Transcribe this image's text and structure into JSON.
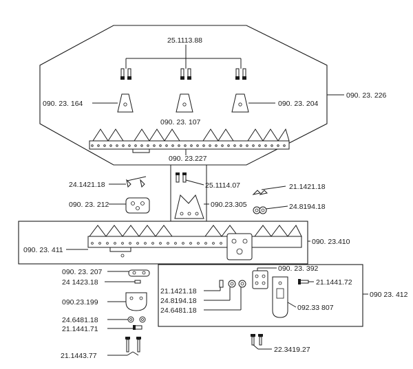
{
  "labels": {
    "l_25_1113_88": "25.1113.88",
    "l_090_23_164": "090. 23. 164",
    "l_090_23_204": "090. 23. 204",
    "l_090_23_226": "090. 23. 226",
    "l_090_23_107": "090. 23. 107",
    "l_090_23_227": "090. 23.227",
    "l_24_1421_18": "24.1421.18",
    "l_25_1114_07": "25.1114.07",
    "l_21_1421_18_top": "21.1421.18",
    "l_090_23_212": "090. 23. 212",
    "l_090_23_305": "090.23.305",
    "l_24_8194_18_top": "24.8194.18",
    "l_090_23_411": "090. 23. 411",
    "l_090_23_410": "090. 23.410",
    "l_090_23_207": "090. 23. 207",
    "l_090_23_392": "090. 23. 392",
    "l_24_1423_18": "24 1423.18",
    "l_21_1441_72": "21.1441.72",
    "l_090_23_412": "090 23. 412",
    "l_21_1421_18_box": "21.1421.18",
    "l_090_23_199": "090.23.199",
    "l_24_8194_18_box": "24.8194.18",
    "l_092_33_807": "092.33 807",
    "l_24_6481_18_box": "24.6481.18",
    "l_24_6481_18_left": "24.6481.18",
    "l_21_1441_71": "21.1441.71",
    "l_22_3419_27": "22.3419.27",
    "l_21_1443_77": "21.1443.77"
  }
}
